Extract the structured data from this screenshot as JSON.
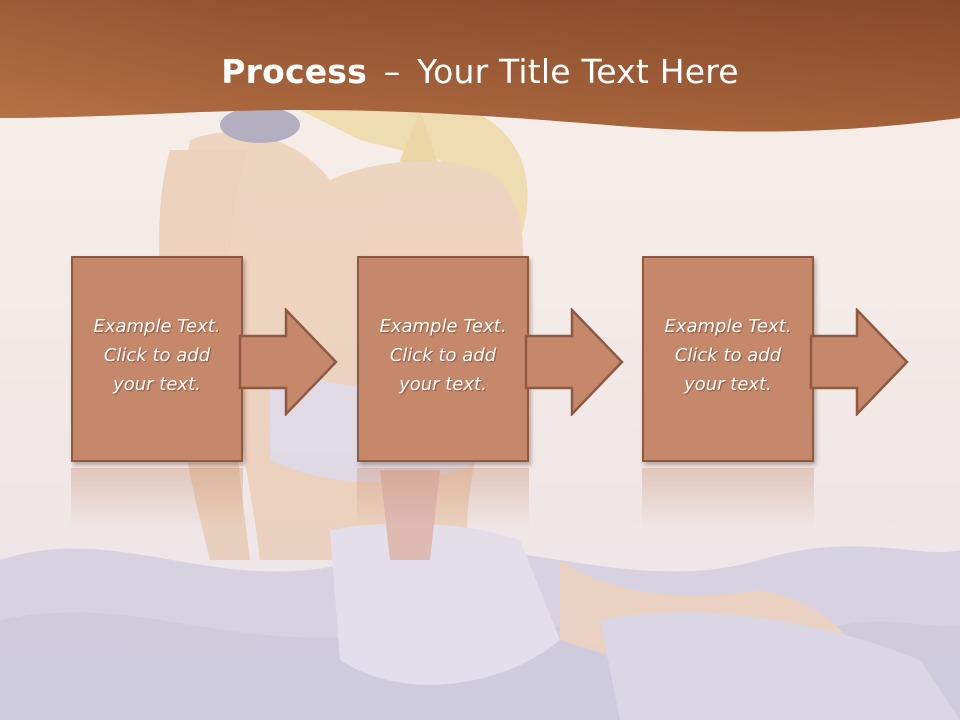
{
  "title": {
    "bold_part": "Process",
    "separator": "–",
    "rest": "Your Title Text Here"
  },
  "steps": [
    {
      "text": "Example Text.\nClick  to add\nyour text."
    },
    {
      "text": "Example Text.\nClick  to add\nyour text."
    },
    {
      "text": "Example Text.\nClick  to add\nyour text."
    }
  ],
  "colors": {
    "header_brown": "#8a4f2e",
    "box_fill": "#c5886a",
    "box_border": "#8e5a41",
    "title_text": "#ffffff"
  },
  "icons": [
    "right-arrow-icon"
  ],
  "background": "faded illustration of a blonde figure in lingerie seated on a bed"
}
